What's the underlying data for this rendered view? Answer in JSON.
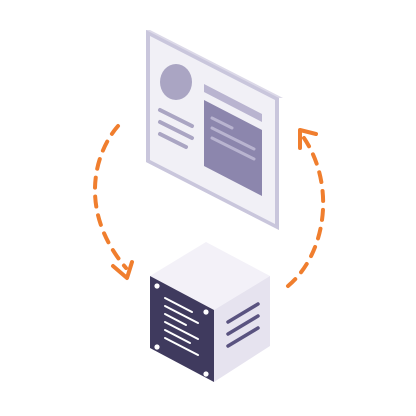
{
  "illustration": {
    "subject": "sync-cycle-webpage-server",
    "elements": [
      "webpage-panel",
      "server-cube",
      "sync-arrow-left",
      "sync-arrow-right"
    ]
  },
  "colors": {
    "background": "#ffffff",
    "panel_face": "#f1f0f6",
    "panel_edge": "#c9c6dc",
    "panel_side": "#dcd9e8",
    "placeholder_mid": "#aaa5c3",
    "placeholder_dark": "#8c86ad",
    "placeholder_light": "#b9b4d0",
    "server_top": "#f3f1f8",
    "server_right": "#e6e3ef",
    "server_front": "#3f3a5e",
    "server_line_light": "#ffffff",
    "server_line_accent": "#5a5380",
    "arrow": "#f07e2e"
  }
}
